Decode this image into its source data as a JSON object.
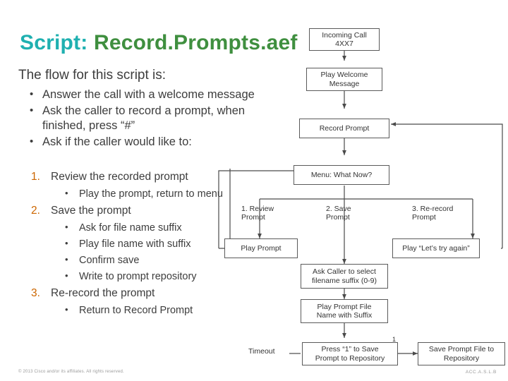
{
  "slide": {
    "title": {
      "prefix": "Script:  ",
      "name": "Record.Prompts.aef"
    },
    "intro": "The flow for this script is:",
    "bullets": [
      {
        "marker": "•",
        "text": "Answer the call with a welcome message"
      },
      {
        "marker": "•",
        "text": "Ask the caller to record a prompt, when finished, press “#”"
      },
      {
        "marker": "•",
        "text": "Ask if the caller would like to:"
      }
    ],
    "numbered": [
      {
        "num": "1.",
        "text": "Review the recorded prompt",
        "subs": [
          {
            "dot": "•",
            "text": "Play the prompt, return to menu"
          }
        ]
      },
      {
        "num": "2.",
        "text": "Save the prompt",
        "subs": [
          {
            "dot": "•",
            "text": "Ask for file name suffix"
          },
          {
            "dot": "•",
            "text": "Play file name with suffix"
          },
          {
            "dot": "•",
            "text": "Confirm save"
          },
          {
            "dot": "•",
            "text": "Write to prompt repository"
          }
        ]
      },
      {
        "num": "3.",
        "text": "Re-record the prompt",
        "subs": [
          {
            "dot": "•",
            "text": "Return to Record Prompt"
          }
        ]
      }
    ],
    "footer": {
      "left": "© 2013 Cisco and/or its affiliates. All rights reserved.",
      "right": "ACC.A.S.L.B"
    }
  },
  "diagram": {
    "nodes": [
      {
        "id": "incoming-call",
        "text": "Incoming Call\n4XX7"
      },
      {
        "id": "play-welcome-message",
        "text": "Play Welcome\nMessage"
      },
      {
        "id": "record-prompt",
        "text": "Record Prompt"
      },
      {
        "id": "menu-what-now",
        "text": "Menu: What Now?"
      },
      {
        "id": "play-prompt",
        "text": "Play Prompt"
      },
      {
        "id": "play-lets-try-again",
        "text": "Play “Let’s try again”"
      },
      {
        "id": "ask-caller-filename-suffix",
        "text": "Ask Caller to select\nfilename suffix (0-9)"
      },
      {
        "id": "play-prompt-file-name-with-suffix",
        "text": "Play Prompt File\nName with Suffix"
      },
      {
        "id": "press-1-to-save",
        "text": "Press “1” to Save\nPrompt to Repository"
      },
      {
        "id": "save-prompt-file-to-repository",
        "text": "Save Prompt File to\nRepository"
      }
    ],
    "labels": [
      {
        "id": "branch-1",
        "text": "1.  Review\n    Prompt"
      },
      {
        "id": "branch-2",
        "text": "2.  Save\n    Prompt"
      },
      {
        "id": "branch-3",
        "text": "3.  Re-record\n    Prompt"
      },
      {
        "id": "timeout",
        "text": "Timeout"
      },
      {
        "id": "one-marker",
        "text": "1"
      }
    ]
  }
}
